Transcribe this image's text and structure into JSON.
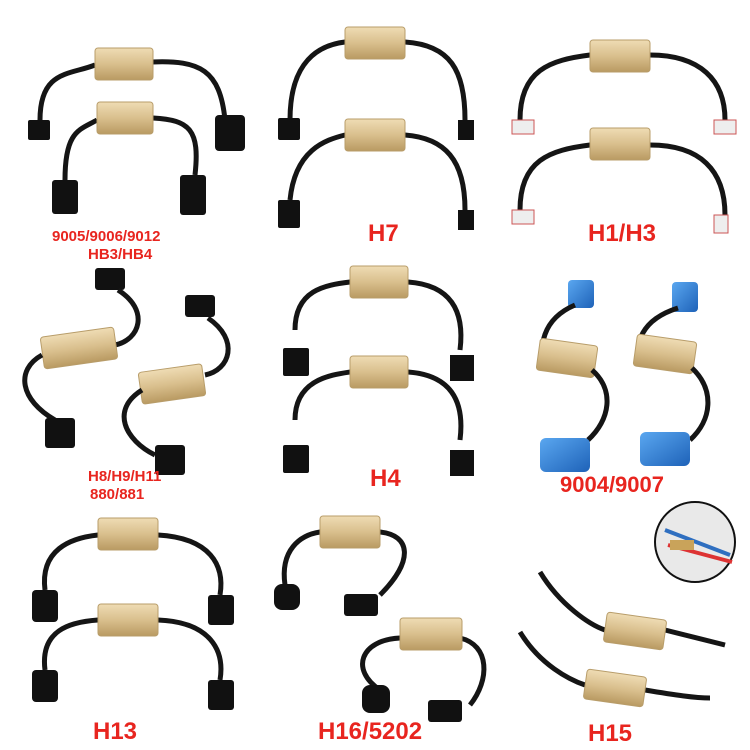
{
  "labels": {
    "hb": "9005/9006/9012",
    "hb2": "HB3/HB4",
    "h7": "H7",
    "h1h3": "H1/H3",
    "h8": "H8/H9/H11",
    "h8b": "880/881",
    "h4": "H4",
    "n9004": "9004/9007",
    "h13": "H13",
    "h16": "H16/5202",
    "h15": "H15"
  },
  "colors": {
    "label": "#e8251f",
    "box": "#dcc394",
    "boxEdge": "#b89d6a",
    "wire": "#151515",
    "plug": "#111111",
    "blue": "#2f7fd6"
  }
}
